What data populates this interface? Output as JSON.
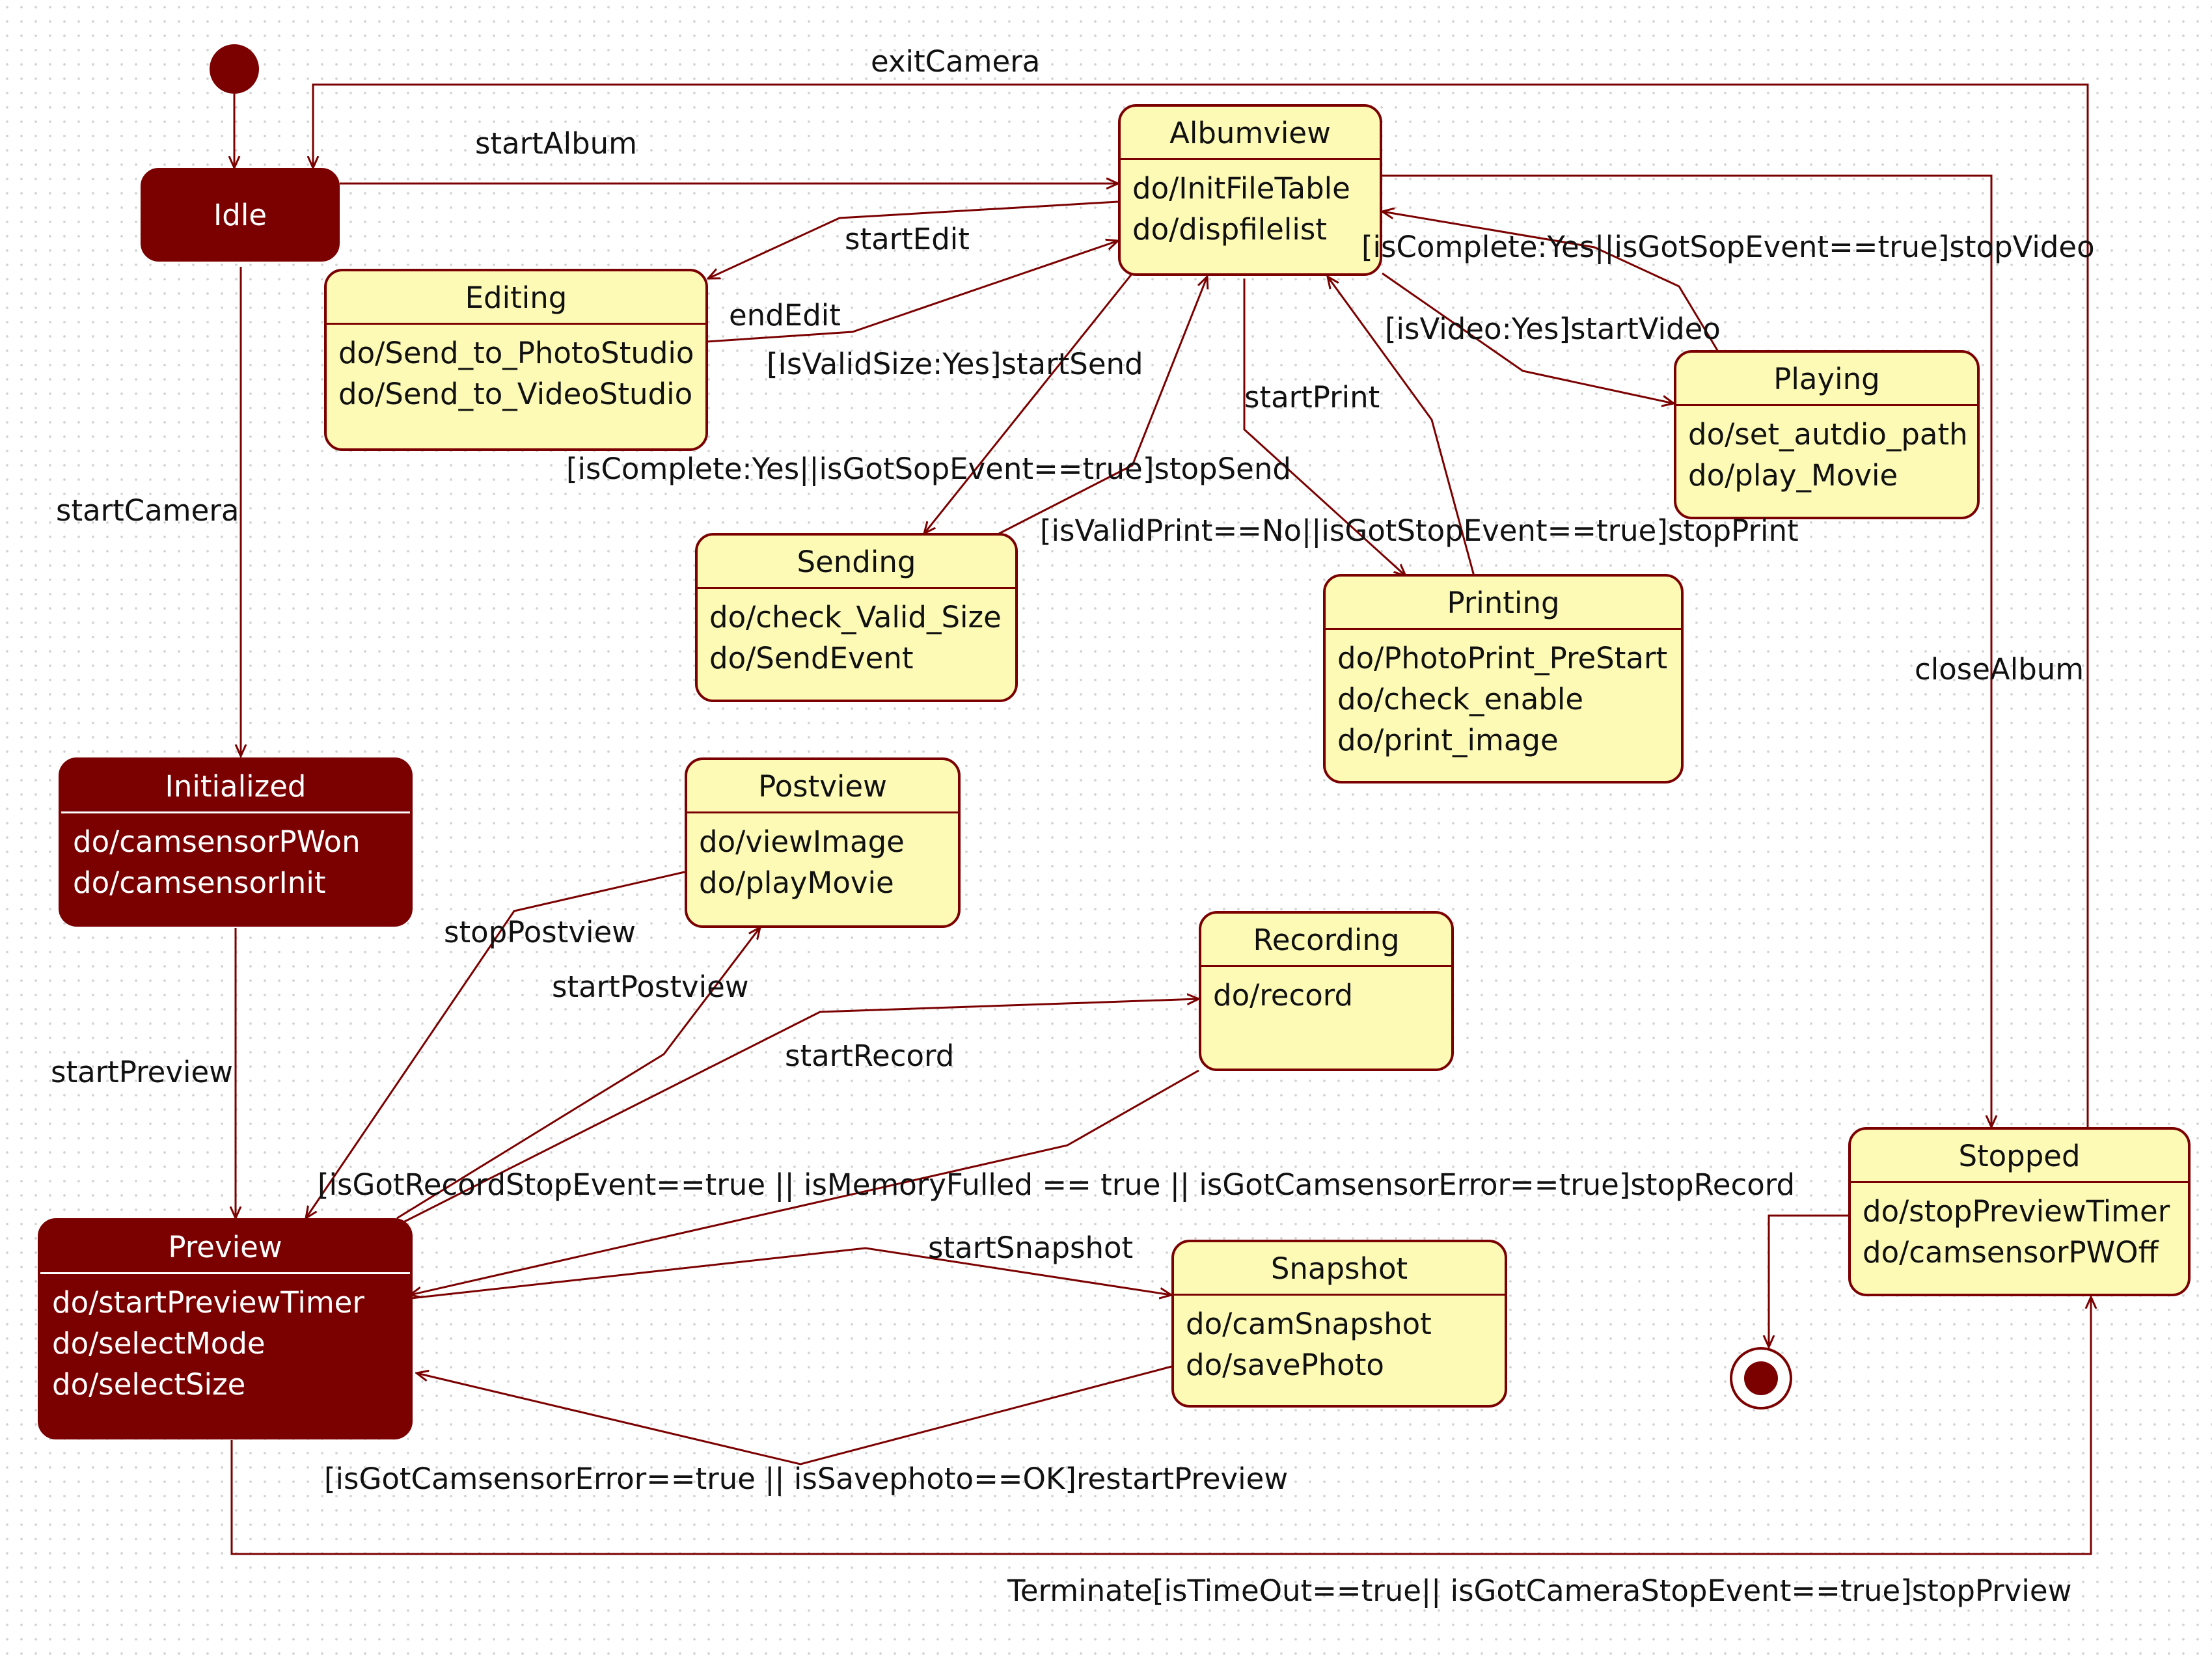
{
  "colors": {
    "state_fill": "#fdfab5",
    "dark_state_fill": "#7b0000",
    "line": "#7b0000",
    "text": "#111111"
  },
  "states": {
    "idle": {
      "name": "Idle"
    },
    "albumview": {
      "name": "Albumview",
      "activities": [
        "do/InitFileTable",
        "do/dispfilelist"
      ]
    },
    "editing": {
      "name": "Editing",
      "activities": [
        "do/Send_to_PhotoStudio",
        "do/Send_to_VideoStudio"
      ]
    },
    "playing": {
      "name": "Playing",
      "activities": [
        "do/set_autdio_path",
        "do/play_Movie"
      ]
    },
    "sending": {
      "name": "Sending",
      "activities": [
        "do/check_Valid_Size",
        "do/SendEvent"
      ]
    },
    "printing": {
      "name": "Printing",
      "activities": [
        "do/PhotoPrint_PreStart",
        "do/check_enable",
        "do/print_image"
      ]
    },
    "initialized": {
      "name": "Initialized",
      "activities": [
        "do/camsensorPWon",
        "do/camsensorInit"
      ]
    },
    "postview": {
      "name": "Postview",
      "activities": [
        "do/viewImage",
        "do/playMovie"
      ]
    },
    "recording": {
      "name": "Recording",
      "activities": [
        "do/record"
      ]
    },
    "stopped": {
      "name": "Stopped",
      "activities": [
        "do/stopPreviewTimer",
        "do/camsensorPWOff"
      ]
    },
    "preview": {
      "name": "Preview",
      "activities": [
        "do/startPreviewTimer",
        "do/selectMode",
        "do/selectSize"
      ]
    },
    "snapshot": {
      "name": "Snapshot",
      "activities": [
        "do/camSnapshot",
        "do/savePhoto"
      ]
    }
  },
  "transitions": {
    "exit_camera": "exitCamera",
    "start_album": "startAlbum",
    "start_edit": "startEdit",
    "end_edit": "endEdit",
    "stop_video": "[isComplete:Yes||isGotSopEvent==true]stopVideo",
    "start_video": "[isVideo:Yes]startVideo",
    "start_send": "[IsValidSize:Yes]startSend",
    "start_print": "startPrint",
    "stop_send": "[isComplete:Yes||isGotSopEvent==true]stopSend",
    "stop_print": "[isValidPrint==No||isGotStopEvent==true]stopPrint",
    "start_camera": "startCamera",
    "close_album": "closeAlbum",
    "stop_postview": "stopPostview",
    "start_postview": "startPostview",
    "start_preview": "startPreview",
    "start_record": "startRecord",
    "stop_record": "[isGotRecordStopEvent==true || isMemoryFulled == true || isGotCamsensorError==true]stopRecord",
    "start_snapshot": "startSnapshot",
    "restart_preview": "[isGotCamsensorError==true || isSavephoto==OK]restartPreview",
    "stop_preview": "Terminate[isTimeOut==true|| isGotCameraStopEvent==true]stopPrview"
  }
}
